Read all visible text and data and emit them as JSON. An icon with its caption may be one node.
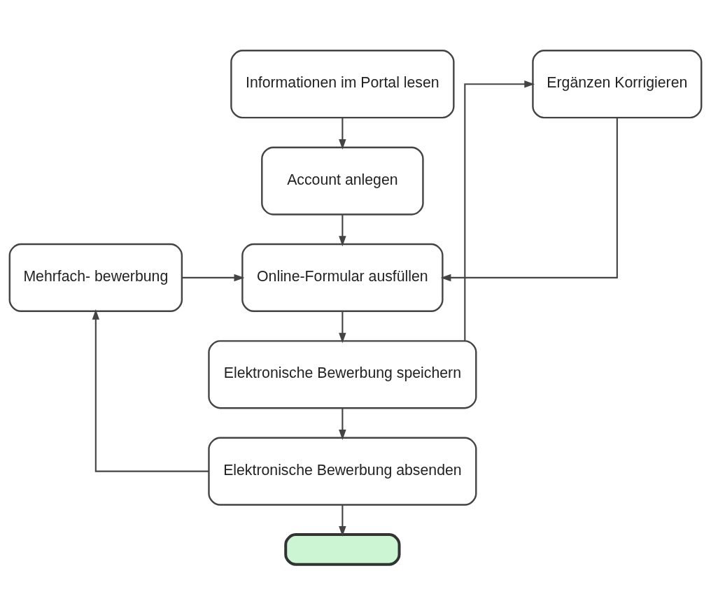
{
  "diagram": {
    "nodes": [
      {
        "text": [
          "Informationen im Portal lesen"
        ]
      },
      {
        "text": [
          "Account anlegen"
        ]
      },
      {
        "text": [
          "Mehrfach- bewerbung"
        ]
      },
      {
        "text": [
          "Online-Formular ausfüllen"
        ]
      },
      {
        "text": [
          "Ergänzen Korrigieren"
        ]
      },
      {
        "text": [
          "Elektronische Bewerbung speichern"
        ]
      },
      {
        "text": [
          "Elektronische Bewerbung absenden"
        ]
      },
      {
        "text": [],
        "shape": "pill"
      }
    ],
    "edges": [
      {
        "from": 0,
        "to": 1,
        "arrow": "to"
      },
      {
        "from": 1,
        "to": 3,
        "arrow": "to"
      },
      {
        "from": 2,
        "to": 3,
        "arrow": "to"
      },
      {
        "from": 4,
        "to": 3,
        "arrow": "to"
      },
      {
        "from": 3,
        "to": 5,
        "arrow": "to"
      },
      {
        "from": 5,
        "to": 6,
        "arrow": "to"
      },
      {
        "from": 5,
        "to": 4,
        "arrow": "to"
      },
      {
        "from": 6,
        "to": 7,
        "arrow": "to"
      },
      {
        "from": 6,
        "to": 2,
        "arrow": "to"
      }
    ]
  }
}
